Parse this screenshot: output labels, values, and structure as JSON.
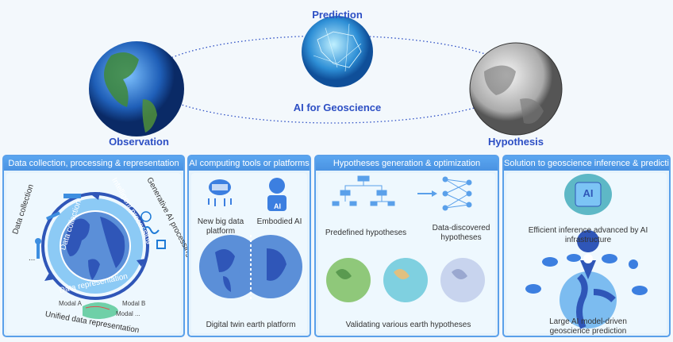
{
  "top": {
    "prediction": "Prediction",
    "center": "AI for Geoscience",
    "observation": "Observation",
    "hypothesis": "Hypothesis"
  },
  "panels": [
    {
      "title": "Data collection, processing & representation",
      "ring": [
        "Data collection",
        "Intelligent processing",
        "Data representation"
      ],
      "outer": [
        "Data collection",
        "Generative AI processing",
        "Unified data representation"
      ],
      "ellipsis": "...",
      "modals": [
        "Modal A",
        "Modal B",
        "Modal ..."
      ]
    },
    {
      "title": "AI computing tools or platforms",
      "items": [
        "New big data platform",
        "Embodied AI",
        "Digital twin earth platform"
      ],
      "ai_badge": "AI"
    },
    {
      "title": "Hypotheses generation & optimization",
      "items": [
        "Predefined hypotheses",
        "Data-discovered hypotheses",
        "Validating various earth hypotheses"
      ]
    },
    {
      "title": "Solution to geoscience inference & prediction",
      "items": [
        "Efficient inference advanced by AI infrastructure",
        "Large AI model-driven geoscience prediction"
      ],
      "ai_chip": "AI"
    }
  ],
  "colors": {
    "accent": "#2d4fc4",
    "header": "#4a92e2",
    "earth_dark": "#2f56b8",
    "earth_light": "#5b8fd8"
  }
}
